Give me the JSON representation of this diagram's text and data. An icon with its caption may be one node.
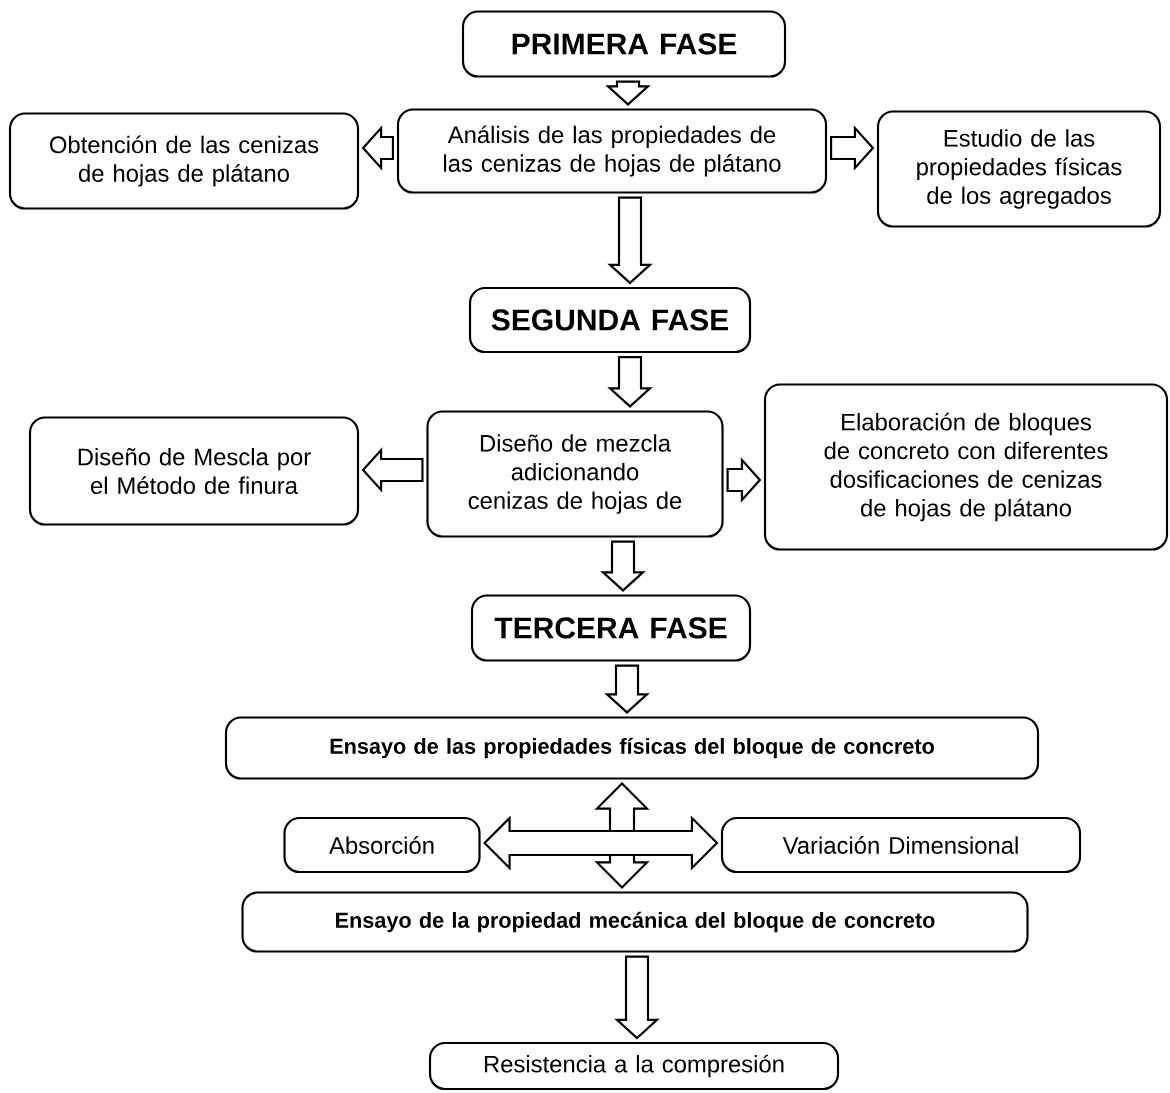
{
  "diagram": {
    "nodes": [
      {
        "text": [
          "PRIMERA FASE"
        ]
      },
      {
        "text": [
          "Análisis de las propiedades de las cenizas de hojas de plátano"
        ]
      },
      {
        "text": [
          "Obtención de las cenizas de hojas de plátano"
        ]
      },
      {
        "text": [
          "Estudio de las propiedades físicas de los agregados"
        ]
      },
      {
        "text": [
          "SEGUNDA FASE"
        ]
      },
      {
        "text": [
          "Diseño de mezcla adicionando cenizas de hojas de"
        ]
      },
      {
        "text": [
          "Diseño de Mescla por el Método de finura"
        ]
      },
      {
        "text": [
          "Elaboración de bloques de concreto con diferentes dosificaciones de cenizas de hojas de plátano"
        ]
      },
      {
        "text": [
          "TERCERA FASE"
        ]
      },
      {
        "text": [
          "Ensayo de las propiedades físicas del bloque de concreto"
        ]
      },
      {
        "text": [
          "Absorción"
        ]
      },
      {
        "text": [
          "Variación Dimensional"
        ]
      },
      {
        "text": [
          "Ensayo de la propiedad mecánica del bloque de concreto"
        ]
      },
      {
        "text": [
          "Resistencia a la compresión"
        ]
      }
    ],
    "edges": [
      {
        "from": 0,
        "to": 1,
        "arrow": "to"
      },
      {
        "from": 1,
        "to": 2,
        "arrow": "to"
      },
      {
        "from": 1,
        "to": 3,
        "arrow": "to"
      },
      {
        "from": 1,
        "to": 4,
        "arrow": "to"
      },
      {
        "from": 4,
        "to": 5,
        "arrow": "to"
      },
      {
        "from": 5,
        "to": 6,
        "arrow": "to"
      },
      {
        "from": 5,
        "to": 7,
        "arrow": "to"
      },
      {
        "from": 5,
        "to": 8,
        "arrow": "to"
      },
      {
        "from": 8,
        "to": 9,
        "arrow": "to"
      },
      {
        "from": 9,
        "to": 12,
        "arrow": "both"
      },
      {
        "from": 10,
        "to": 11,
        "arrow": "both"
      },
      {
        "from": 12,
        "to": 13,
        "arrow": "to"
      }
    ]
  }
}
